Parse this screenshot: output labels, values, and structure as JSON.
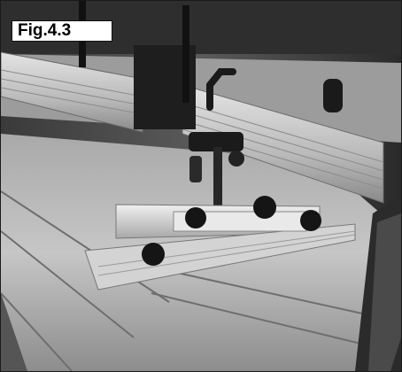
{
  "figure": {
    "label": "Fig.4.3"
  },
  "photo": {
    "subject": "machine-table-with-fence-and-hold-down",
    "style": "grayscale-photograph"
  }
}
